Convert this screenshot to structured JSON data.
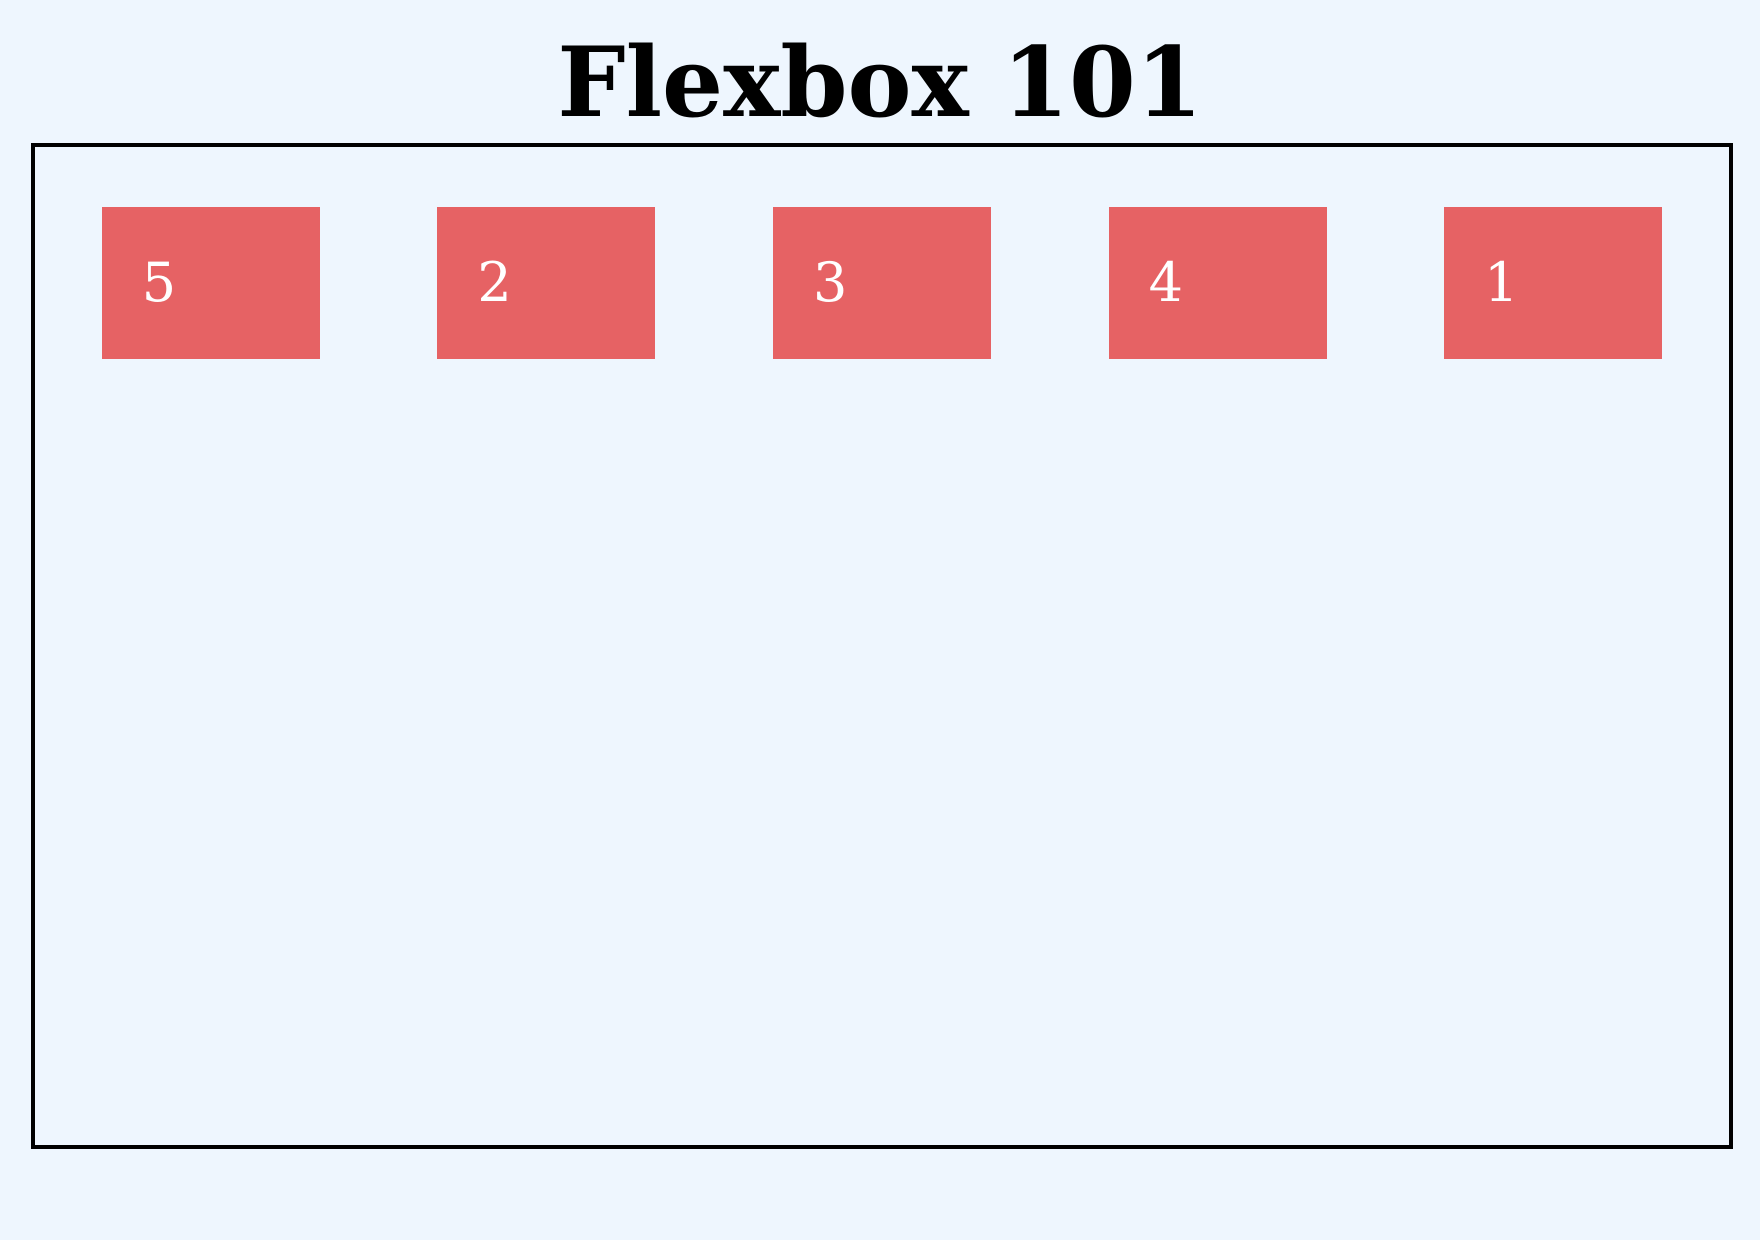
{
  "page": {
    "title": "Flexbox 101"
  },
  "colors": {
    "background": "#eef6fe",
    "item_fill": "#e66264",
    "item_text": "#ffffff",
    "border": "#000000"
  },
  "container": {
    "items": [
      {
        "label": "5"
      },
      {
        "label": "2"
      },
      {
        "label": "3"
      },
      {
        "label": "4"
      },
      {
        "label": "1"
      }
    ]
  }
}
